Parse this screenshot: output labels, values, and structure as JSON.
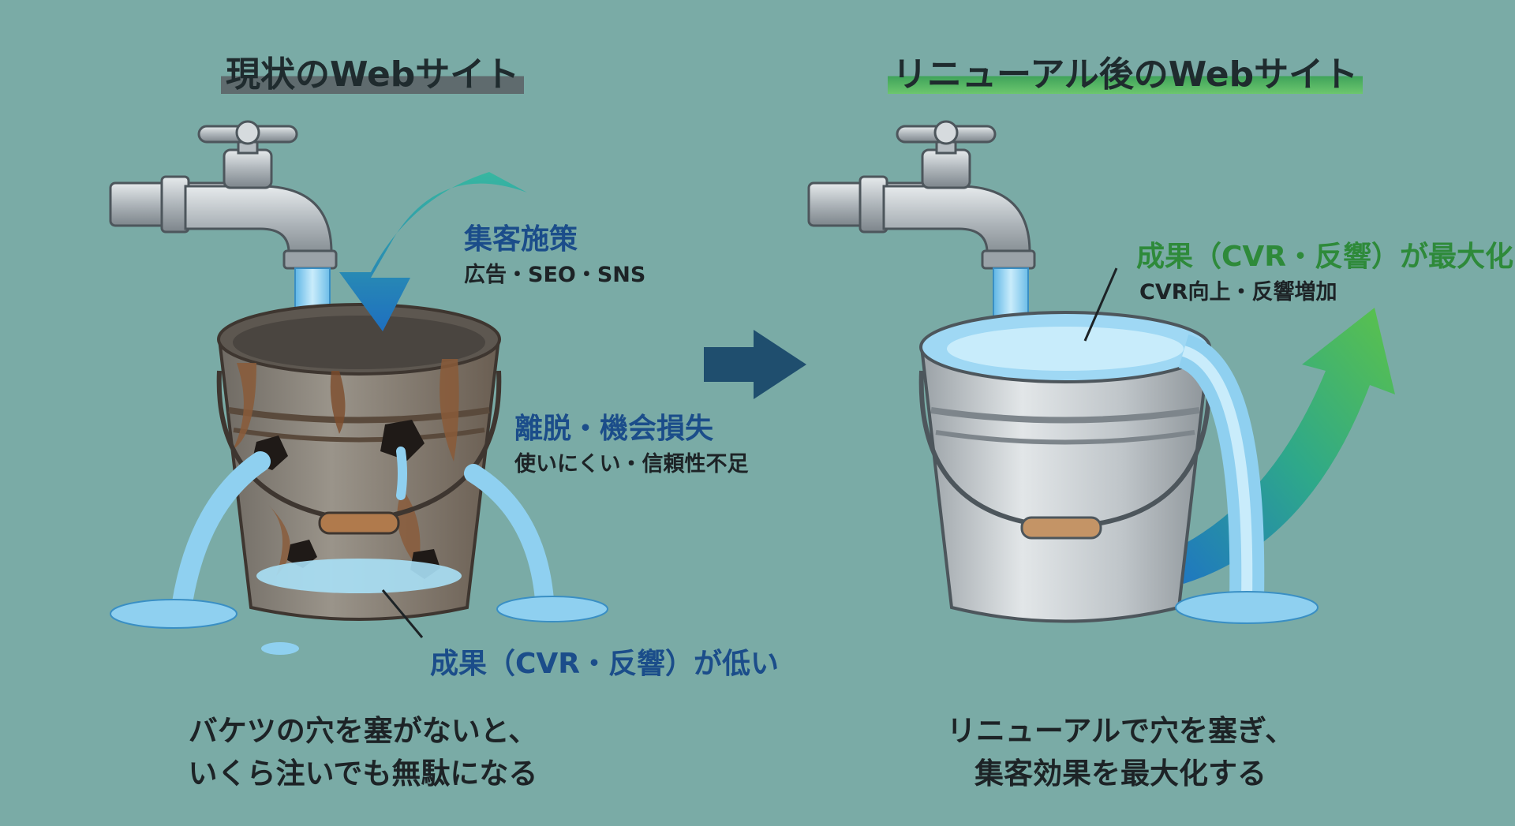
{
  "left": {
    "title": "現状のWebサイト",
    "inflow_heading": "集客施策",
    "inflow_detail": "広告・SEO・SNS",
    "leak_heading": "離脱・機会損失",
    "leak_detail": "使いにくい・信頼性不足",
    "result_label": "成果（CVR・反響）が低い",
    "caption_line1": "バケツの穴を塞がないと、",
    "caption_line2": "いくら注いでも無駄になる"
  },
  "right": {
    "title": "リニューアル後のWebサイト",
    "result_heading": "成果（CVR・反響）が最大化",
    "result_detail": "CVR向上・反響増加",
    "caption_line1": "リニューアルで穴を塞ぎ、",
    "caption_line2": "集客効果を最大化する"
  },
  "colors": {
    "background": "#7aaba6",
    "water": "#8fd0f0",
    "inflow_arrow": "#1e6fc0",
    "growth_arrow": "#3cb04a",
    "transition_arrow": "#1f4e6e",
    "rust": "#8a5a38",
    "steel": "#c3c8cc"
  },
  "icons": [
    "faucet-icon",
    "rusty-bucket-icon",
    "steel-bucket-icon",
    "curved-arrow-icon",
    "right-arrow-icon",
    "growth-arrow-icon"
  ]
}
